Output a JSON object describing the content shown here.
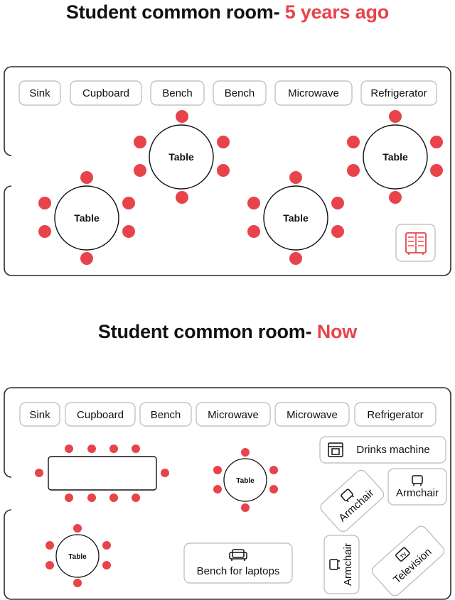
{
  "past": {
    "title_main": "Student common room- ",
    "title_accent": "5 years ago",
    "counter_items": [
      "Sink",
      "Cupboard",
      "Bench",
      "Bench",
      "Microwave",
      "Refrigerator"
    ],
    "table_label": "Table",
    "icons": [
      "locker-icon"
    ]
  },
  "now": {
    "title_main": "Student common room- ",
    "title_accent": "Now",
    "counter_items": [
      "Sink",
      "Cupboard",
      "Bench",
      "Microwave",
      "Microwave",
      "Refrigerator"
    ],
    "table_label": "Table",
    "drinks_machine": "Drinks machine",
    "armchair": "Armchair",
    "television": "Television",
    "bench_for_laptops": "Bench for laptops",
    "icons": [
      "drinks-machine-icon",
      "armchair-icon",
      "tv-icon",
      "sofa-icon"
    ]
  },
  "colors": {
    "accent": "#e8434a",
    "outline": "#2b2b2b",
    "pill_border": "#b9b9b9"
  }
}
